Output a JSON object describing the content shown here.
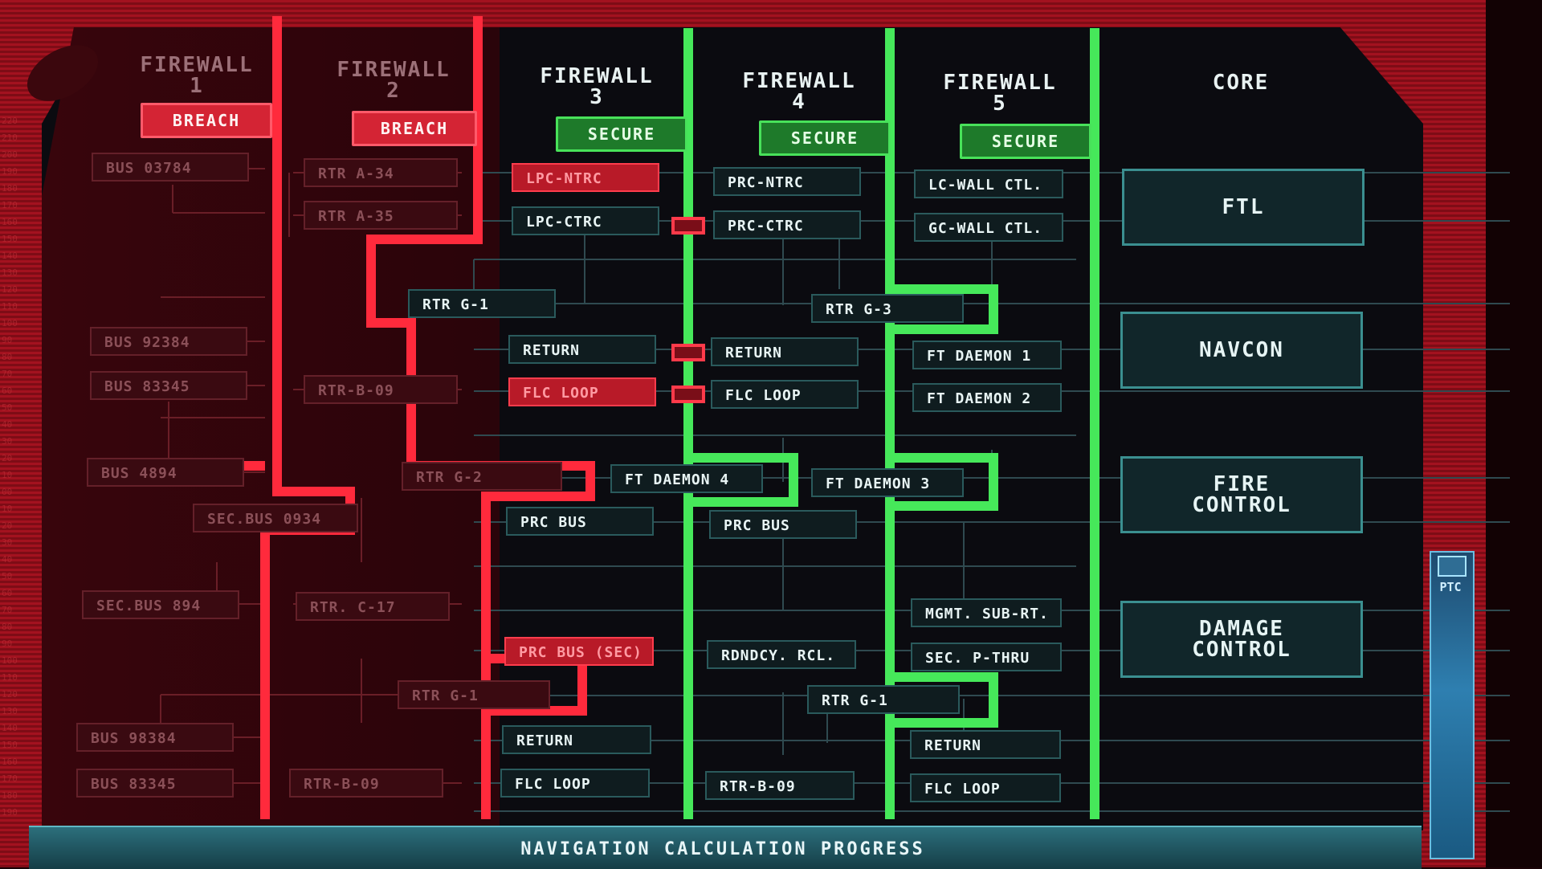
{
  "colors": {
    "breach_red": "#d42434",
    "secure_green": "#3ee05a",
    "core_teal": "#3b8f90",
    "bezel_red": "#a3121f"
  },
  "corner_tag": "",
  "columns": [
    {
      "title": "FIREWALL\n1",
      "status": "BREACH"
    },
    {
      "title": "FIREWALL\n2",
      "status": "BREACH"
    },
    {
      "title": "FIREWALL\n3",
      "status": "SECURE"
    },
    {
      "title": "FIREWALL\n4",
      "status": "SECURE"
    },
    {
      "title": "FIREWALL\n5",
      "status": "SECURE"
    },
    {
      "title": "CORE",
      "status": ""
    }
  ],
  "col1_nodes": [
    "BUS 03784",
    "BUS 92384",
    "BUS 83345",
    "BUS 4894",
    "SEC.BUS 0934",
    "SEC.BUS 894",
    "BUS 98384",
    "BUS 83345"
  ],
  "col2_nodes": [
    "RTR A-34",
    "RTR A-35",
    "RTR G-1",
    "RTR-B-09",
    "RTR G-2",
    "RTR. C-17",
    "RTR G-1",
    "RTR-B-09"
  ],
  "col3_nodes": [
    "LPC-NTRC",
    "LPC-CTRC",
    "RETURN",
    "FLC LOOP",
    "FT DAEMON 4",
    "PRC BUS",
    "PRC BUS (SEC)",
    "RETURN",
    "FLC LOOP"
  ],
  "col4_nodes": [
    "PRC-NTRC",
    "PRC-CTRC",
    "RETURN",
    "FLC LOOP",
    "PRC BUS",
    "RDNDCY. RCL.",
    "RTR-B-09"
  ],
  "col5_nodes": [
    "LC-WALL CTL.",
    "GC-WALL CTL.",
    "RTR G-3",
    "FT DAEMON 1",
    "FT DAEMON 2",
    "FT DAEMON 3",
    "MGMT. SUB-RT.",
    "SEC. P-THRU",
    "RTR G-1",
    "RETURN",
    "FLC LOOP"
  ],
  "core_modules": [
    "FTL",
    "NAVCON",
    "FIRE\nCONTROL",
    "DAMAGE\nCONTROL"
  ],
  "progress": {
    "label": "NAVIGATION CALCULATION PROGRESS"
  },
  "side_panel": {
    "label": "PTC"
  }
}
